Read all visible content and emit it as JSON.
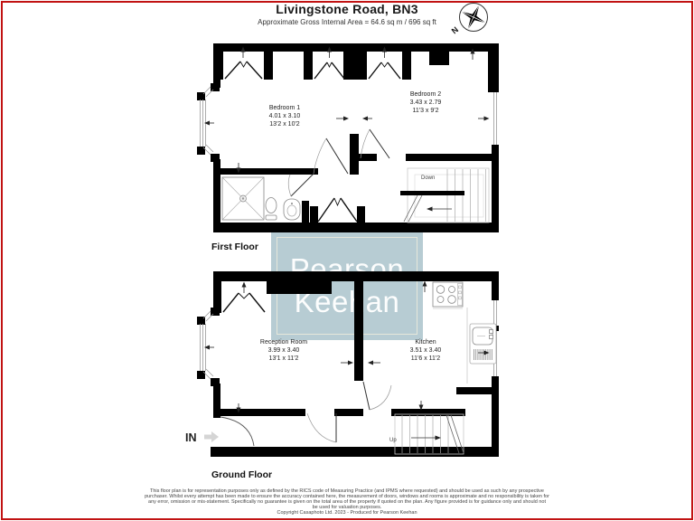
{
  "page": {
    "border_color": "#c11212",
    "background": "#ffffff",
    "wall_color": "#000000"
  },
  "header": {
    "title": "Livingstone Road, BN3",
    "subtitle": "Approximate Gross Internal Area = 64.6 sq m / 696 sq ft"
  },
  "compass": {
    "n_label": "N"
  },
  "watermark": {
    "line1": "Pearson",
    "line2": "Keehan",
    "bg_color": "#b7ccd3",
    "text_color": "#ffffff"
  },
  "floors": {
    "first": {
      "label": "First Floor",
      "stairs_label": "Down",
      "rooms": [
        {
          "name": "Bedroom 1",
          "metric": "4.01 x 3.10",
          "imperial": "13'2 x 10'2"
        },
        {
          "name": "Bedroom 2",
          "metric": "3.43 x 2.79",
          "imperial": "11'3 x 9'2"
        }
      ]
    },
    "ground": {
      "label": "Ground Floor",
      "stairs_label": "Up",
      "entrance_label": "IN",
      "rooms": [
        {
          "name": "Reception Room",
          "metric": "3.99 x 3.40",
          "imperial": "13'1 x 11'2"
        },
        {
          "name": "Kitchen",
          "metric": "3.51 x 3.40",
          "imperial": "11'6 x 11'2"
        }
      ]
    }
  },
  "footer": {
    "lines": [
      "This floor plan is for representation purposes only as defined by the RICS code of Measuring Practice (and IPMS where requested) and should be used as such by any prospective",
      "purchaser. Whilst every attempt has been made to ensure the accuracy contained here, the measurement of doors, windows and rooms is approximate and no responsibility is taken for",
      "any error, omission or mis-statement. Specifically no guarantee is given on the total area of the property if quoted on the plan. Any figure provided is for guidance only and should not",
      "be used for valuation purposes.",
      "Copyright Casaphoto Ltd. 2023 - Produced for Pearson Keehan"
    ]
  }
}
